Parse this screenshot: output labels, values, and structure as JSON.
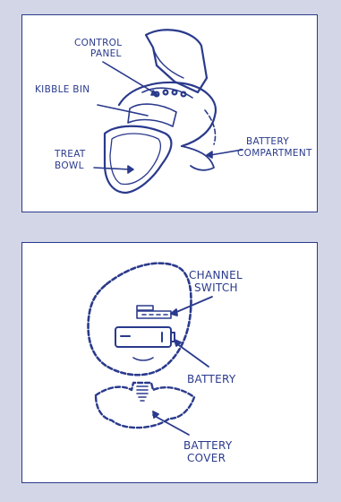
{
  "top_diagram": {
    "labels": {
      "control_panel": [
        "CONTROL",
        "PANEL"
      ],
      "kibble_bin": "KIBBLE BIN",
      "treat_bowl": [
        "TREAT",
        "BOWL"
      ],
      "battery_compartment": [
        "BATTERY",
        "COMPARTMENT"
      ]
    }
  },
  "bottom_diagram": {
    "labels": {
      "channel_switch": [
        "CHANNEL",
        "SWITCH"
      ],
      "battery": "BATTERY",
      "battery_cover": [
        "BATTERY",
        "COVER"
      ]
    }
  },
  "colors": {
    "ink": "#2a3a8c",
    "page_bg": "#d3d6e6",
    "panel_bg": "#ffffff"
  }
}
